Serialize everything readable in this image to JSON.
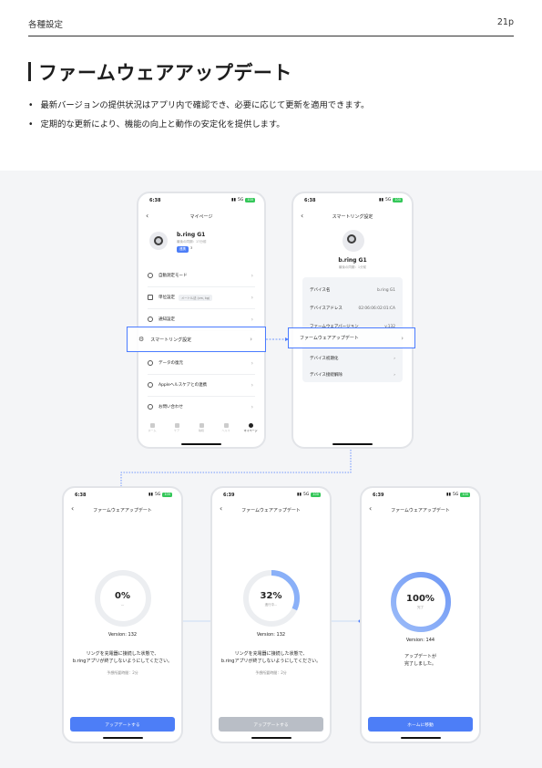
{
  "header": {
    "section": "各種設定",
    "page": "21p"
  },
  "title": "ファームウェアアップデート",
  "bullets": [
    "最新バージョンの提供状況はアプリ内で確認でき、必要に応じて更新を適用できます。",
    "定期的な更新により、機能の向上と動作の安定化を提供します。"
  ],
  "colors": {
    "accent": "#4d7ef7",
    "panel": "#f4f5f7",
    "disabled": "#b9bec6"
  },
  "screens": {
    "mypage": {
      "time": "6:38",
      "network": "5G",
      "battery": "100",
      "nav_title": "マイページ",
      "device_name": "b.ring G1",
      "device_sub": "最後の同期：17分前",
      "badge_label": "連携",
      "badge_extra": "3",
      "menu": [
        {
          "label": "自動測定モード",
          "icon": "auto-mode-icon"
        },
        {
          "label": "単位設定",
          "tag": "メートル法 (cm, kg)",
          "icon": "unit-icon"
        },
        {
          "label": "通知設定",
          "icon": "bell-icon"
        },
        {
          "label": "スマートリング設定",
          "icon": "gear-icon"
        },
        {
          "label": "データの復元",
          "icon": "restore-icon"
        },
        {
          "label": "Appleヘルスケアとの連携",
          "icon": "link-icon"
        },
        {
          "label": "お問い合わせ",
          "icon": "help-icon"
        }
      ],
      "tabs": [
        "ホーム",
        "ケア",
        "睡眠",
        "ヘルス",
        "マイページ"
      ]
    },
    "ring_settings": {
      "time": "6:38",
      "network": "5G",
      "battery": "100",
      "nav_title": "スマートリング設定",
      "device_name": "b.ring G1",
      "device_sub": "最後の同期：1分前",
      "rows": [
        {
          "label": "デバイス名",
          "value": "b.ring G1"
        },
        {
          "label": "デバイスアドレス",
          "value": "02:06:06:02:01:CA"
        },
        {
          "label": "ファームウェアバージョン",
          "value": "v.132"
        },
        {
          "label": "ファームウェアアップデート",
          "value": ""
        },
        {
          "label": "デバイス初期化",
          "value": ""
        },
        {
          "label": "デバイス接続解除",
          "value": ""
        }
      ]
    },
    "update_ready": {
      "time": "6:38",
      "network": "5G",
      "battery": "100",
      "nav_title": "ファームウェアアップデート",
      "percent_label": "0%",
      "progress": 0,
      "status": "—",
      "version": "Version: 132",
      "message_1": "リングを充電器に接続した状態で、",
      "message_2": "b.ringアプリが終了しないようにしてください。",
      "eta": "予想所要時間：2分",
      "button": "アップデートする"
    },
    "update_progress": {
      "time": "6:39",
      "network": "5G",
      "battery": "100",
      "nav_title": "ファームウェアアップデート",
      "percent_label": "32%",
      "progress": 0.32,
      "status": "進行中...",
      "version": "Version: 132",
      "message_1": "リングを充電器に接続した状態で、",
      "message_2": "b.ringアプリが終了しないようにしてください。",
      "eta": "予想所要時間：2分",
      "button": "アップデートする"
    },
    "update_done": {
      "time": "6:39",
      "network": "5G",
      "battery": "100",
      "nav_title": "ファームウェアアップデート",
      "percent_label": "100%",
      "progress": 1,
      "status": "完了",
      "version": "Version: 144",
      "message_1": "アップデートが",
      "message_2": "完了しました。",
      "button": "ホームに移動"
    }
  }
}
